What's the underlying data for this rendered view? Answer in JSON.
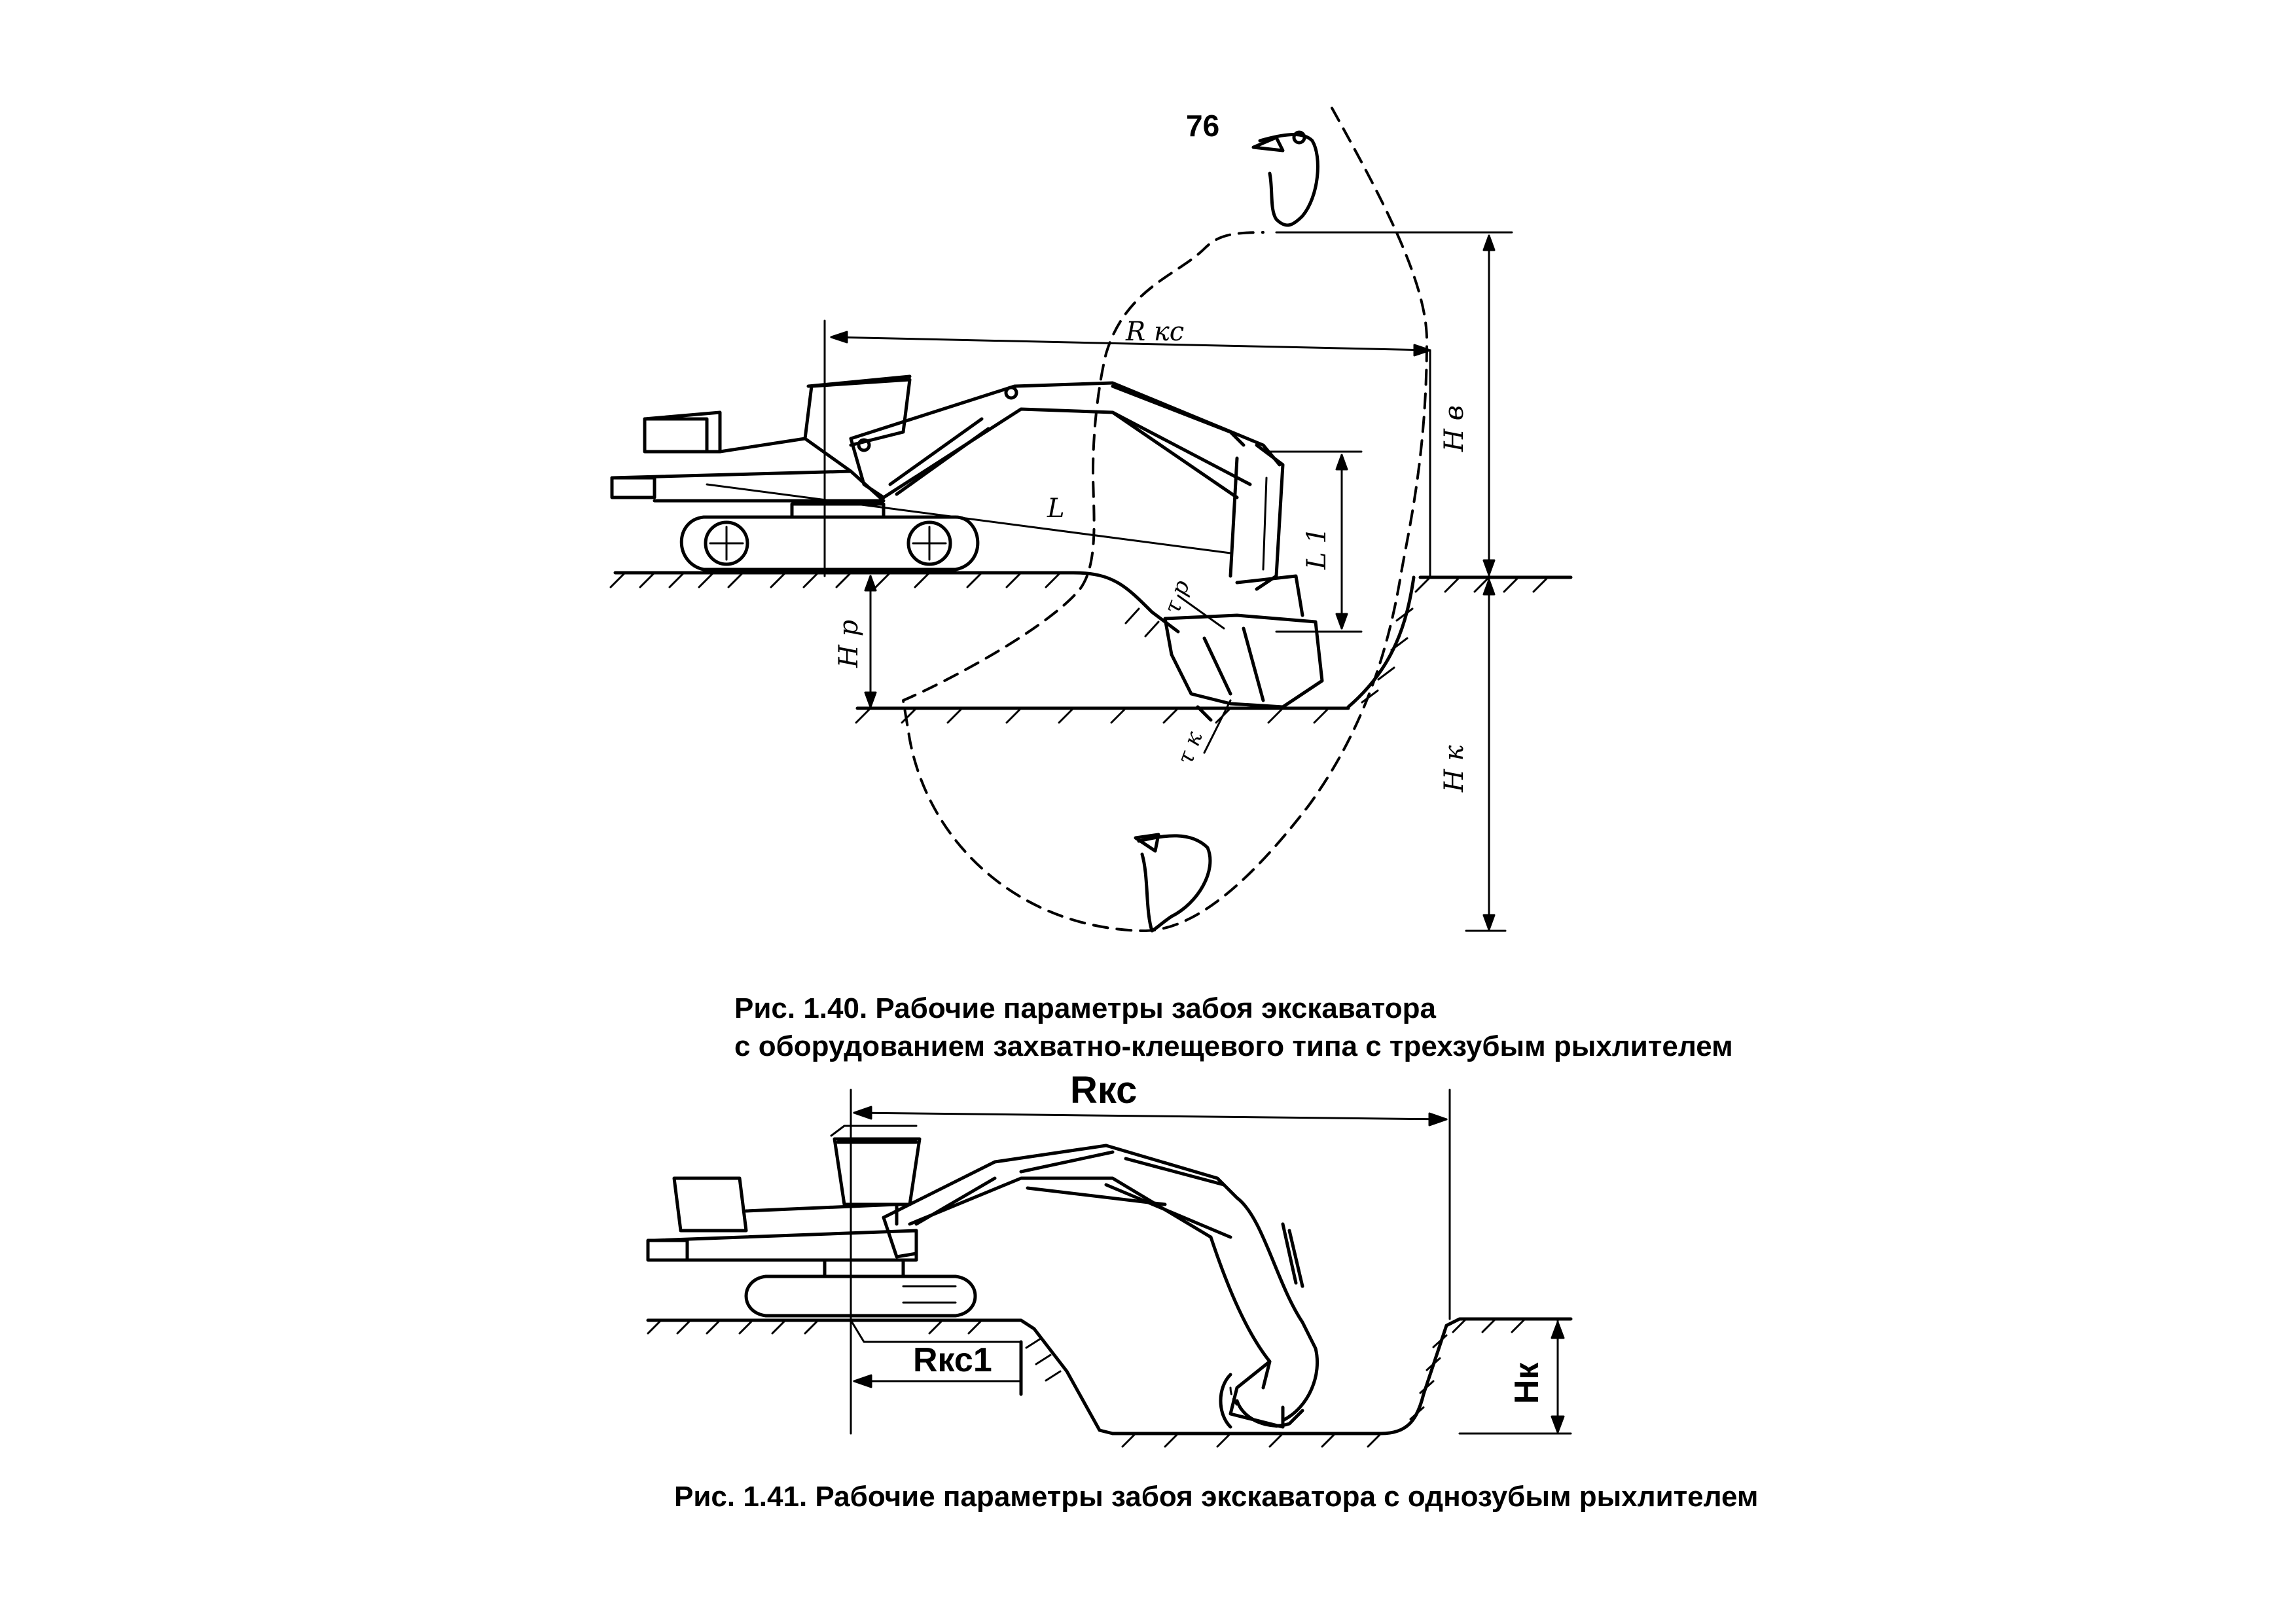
{
  "page": {
    "number": "76"
  },
  "figure_1_40": {
    "caption_line1": "Рис. 1.40. Рабочие параметры забоя экскаватора",
    "caption_line2": "с оборудованием захватно-клещевого типа с трехзубым рыхлителем",
    "labels": {
      "r_kc": "R кс",
      "l": "L",
      "l1": "L 1",
      "h_v": "H в",
      "h_r": "H р",
      "h_k": "H к",
      "tau_r": "τ р",
      "tau_k": "τ к"
    }
  },
  "figure_1_41": {
    "caption": "Рис. 1.41. Рабочие параметры забоя экскаватора с однозубым рыхлителем",
    "labels": {
      "r_kc": "Rкс",
      "r_kc1": "Rкс1",
      "h_k": "Hк"
    }
  }
}
